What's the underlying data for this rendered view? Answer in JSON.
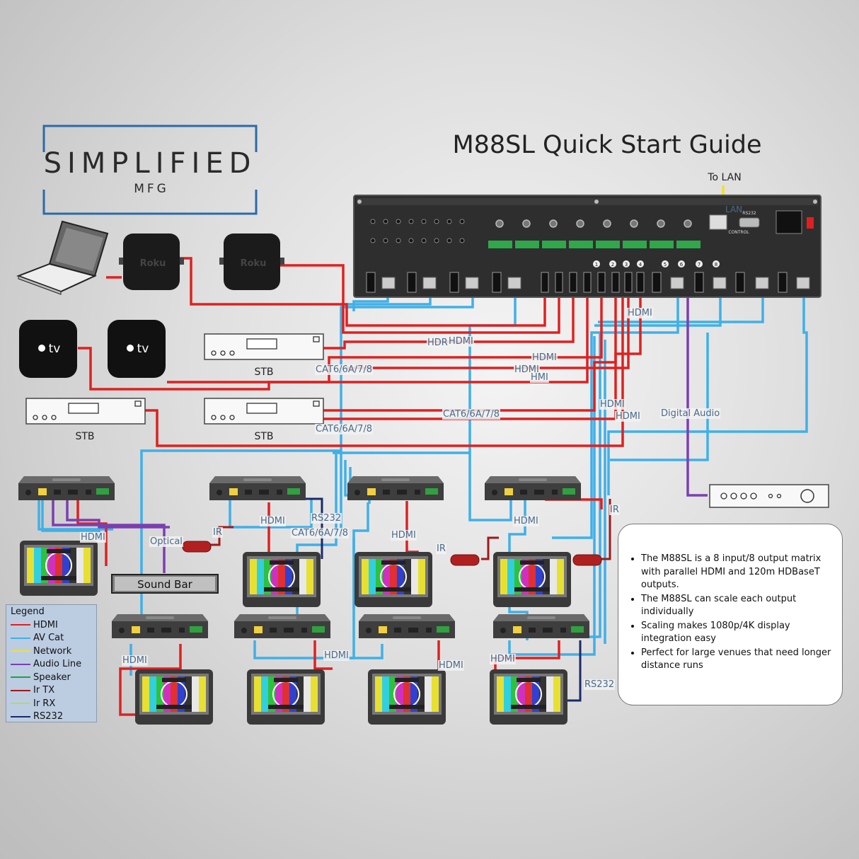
{
  "logo": {
    "line1": "SIMPLIFIED",
    "line2": "MFG"
  },
  "title": "M88SL Quick Start Guide",
  "to_lan": "To LAN",
  "lan_label": "LAN",
  "rs232_port_label": "RS232",
  "control_label": "CONTROL",
  "input_numbers": [
    "1",
    "2",
    "3",
    "4",
    "5",
    "6",
    "7",
    "8"
  ],
  "devices": {
    "roku_text": "Roku",
    "appletv_text": "tv",
    "stb_label": "STB"
  },
  "labels": {
    "hdmi": "HDMI",
    "hdr_partial": "HDR",
    "cat": "CAT6/6A/7/8",
    "digital_audio": "Digital Audio",
    "rs232": "RS232",
    "ir": "IR",
    "optical": "Optical",
    "sound_bar": "Sound Bar",
    "hdmi_partial": "HMI"
  },
  "notes": [
    "The M88SL is a 8 input/8 output matrix with parallel HDMI and 120m HDBaseT outputs.",
    "The M88SL can scale each output individually",
    "Scaling makes 1080p/4K display integration easy",
    "Perfect for large venues that need longer distance runs"
  ],
  "legend": {
    "title": "Legend",
    "items": [
      {
        "name": "HDMI",
        "color": "#e02020"
      },
      {
        "name": "AV Cat",
        "color": "#3fb0e8"
      },
      {
        "name": "Network",
        "color": "#f0e030"
      },
      {
        "name": "Audio Line",
        "color": "#7b3fb0"
      },
      {
        "name": "Speaker",
        "color": "#20a040"
      },
      {
        "name": "Ir TX",
        "color": "#a01a1a"
      },
      {
        "name": "Ir RX",
        "color": "#a8e060"
      },
      {
        "name": "RS232",
        "color": "#1a2a6a"
      }
    ]
  },
  "colors": {
    "hdmi": "#e02020",
    "cat": "#3fb0e8",
    "network": "#f0e030",
    "audio": "#7b3fb0",
    "rs232": "#1a2a6a",
    "ir": "#a01a1a",
    "frame": "#2b6aa8"
  }
}
